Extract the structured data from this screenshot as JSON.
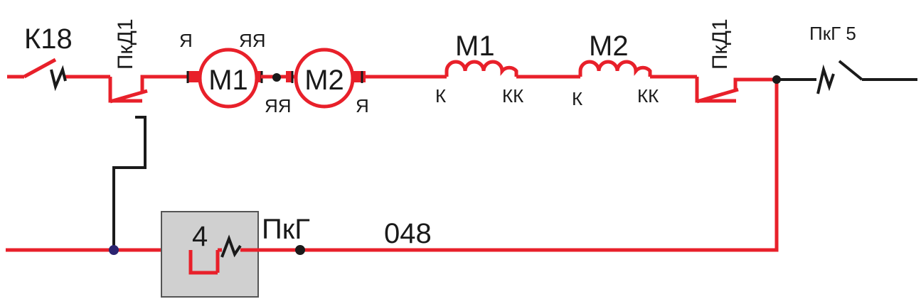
{
  "colors": {
    "wire": "#e8202a",
    "black": "#1a1a1a",
    "node": "#2b2470",
    "relay_box": "#d0d0d0"
  },
  "labels": {
    "k18": "К18",
    "pkd1_left": "ПкД1",
    "pkd1_right": "ПкД1",
    "pkg5": "ПкГ 5",
    "pkg": "ПкГ",
    "wire_048": "048",
    "relay_num": "4"
  },
  "motor1": {
    "name": "М1",
    "term_top_left": "Я",
    "term_top_right": "ЯЯ"
  },
  "motor2": {
    "name": "М2",
    "term_bottom_left": "ЯЯ",
    "term_bottom_right": "Я"
  },
  "coil1": {
    "name": "М1",
    "term_left": "К",
    "term_right": "КК"
  },
  "coil2": {
    "name": "М2",
    "term_left": "К",
    "term_right": "КК"
  }
}
